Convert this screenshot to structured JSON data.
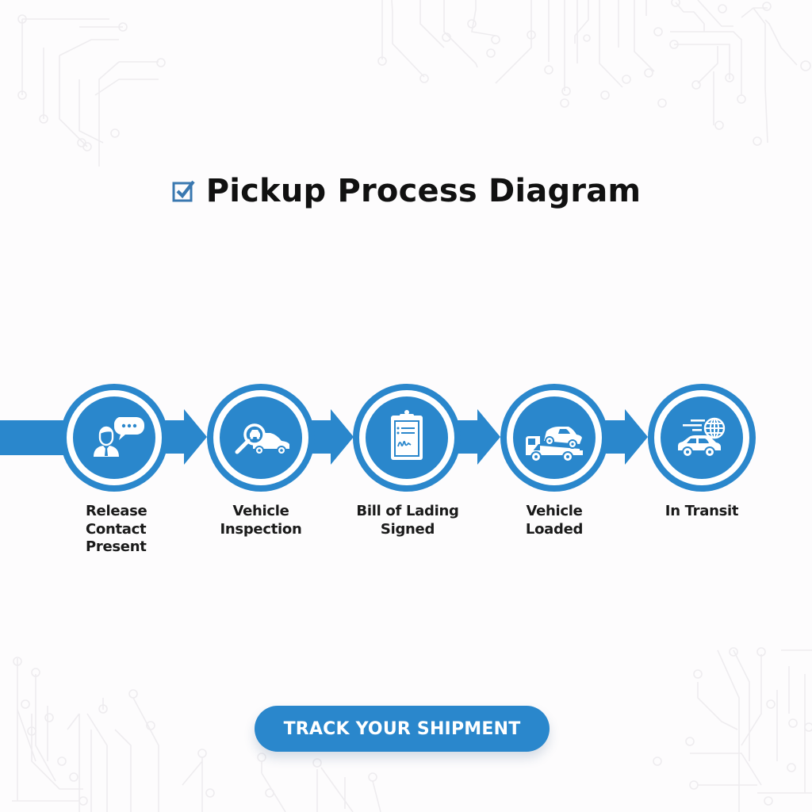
{
  "title": {
    "icon": "checkbox-checked-icon",
    "text": "Pickup Process Diagram"
  },
  "colors": {
    "primary": "#2a87cc",
    "text": "#111111",
    "background": "#fdfcfd",
    "circuit": "#eeecef"
  },
  "steps": [
    {
      "icon": "person-speech-bubble-icon",
      "lines": [
        "Release",
        "Contact",
        "Present"
      ]
    },
    {
      "icon": "magnifier-car-icon",
      "lines": [
        "Vehicle",
        "Inspection"
      ]
    },
    {
      "icon": "clipboard-signature-icon",
      "lines": [
        "Bill of Lading",
        "Signed"
      ]
    },
    {
      "icon": "tow-truck-car-icon",
      "lines": [
        "Vehicle",
        "Loaded"
      ]
    },
    {
      "icon": "car-globe-speed-icon",
      "lines": [
        "In Transit"
      ]
    }
  ],
  "cta": {
    "label": "TRACK YOUR SHIPMENT"
  }
}
